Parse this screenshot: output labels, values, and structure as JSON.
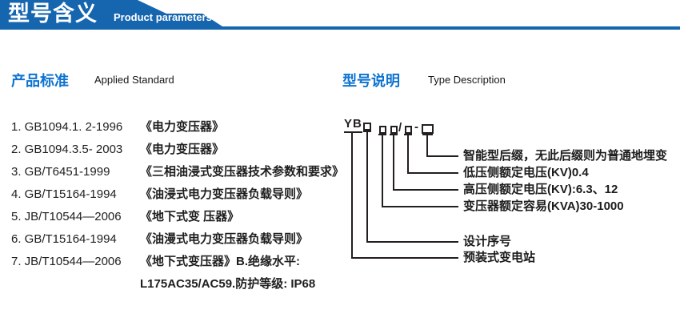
{
  "banner": {
    "title_cn": "型号含义",
    "title_en": "Product parameters",
    "bg_color": "#1565af"
  },
  "applied_standard": {
    "heading_cn": "产品标准",
    "heading_en": "Applied Standard",
    "items": [
      {
        "code": "1. GB1094.1. 2-1996",
        "desc": "《电力变压器》"
      },
      {
        "code": "2. GB1094.3.5- 2003",
        "desc": "《电力变压器》"
      },
      {
        "code": "3. GB/T6451-1999",
        "desc": "《三相油浸式变压器技术参数和要求》"
      },
      {
        "code": "4. GB/T15164-1994",
        "desc": "《油浸式电力变压器负载导则》"
      },
      {
        "code": "5. JB/T10544—2006",
        "desc": "《地下式变 压器》"
      },
      {
        "code": "6. GB/T15164-1994",
        "desc": "《油漫式电力变压器负载导则》"
      },
      {
        "code": "7. JB/T10544—2006",
        "desc": "《地下式变压器》B.绝缘水平:"
      }
    ],
    "continuation": "L175AC35/AC59.防护等级: IP68"
  },
  "type_description": {
    "heading_cn": "型号说明",
    "heading_en": "Type Description",
    "code": {
      "prefix": "YB",
      "slash": "/",
      "dash": "-"
    },
    "labels": [
      "智能型后缀，无此后缀则为普通地埋变",
      "低压侧额定电压(KV)0.4",
      "高压侧额定电压(KV):6.3、12",
      "变压器额定容易(KVA)30-1000",
      "设计序号",
      "预装式变电站"
    ],
    "accent_color": "#0d73d0",
    "line_color": "#231f20"
  }
}
